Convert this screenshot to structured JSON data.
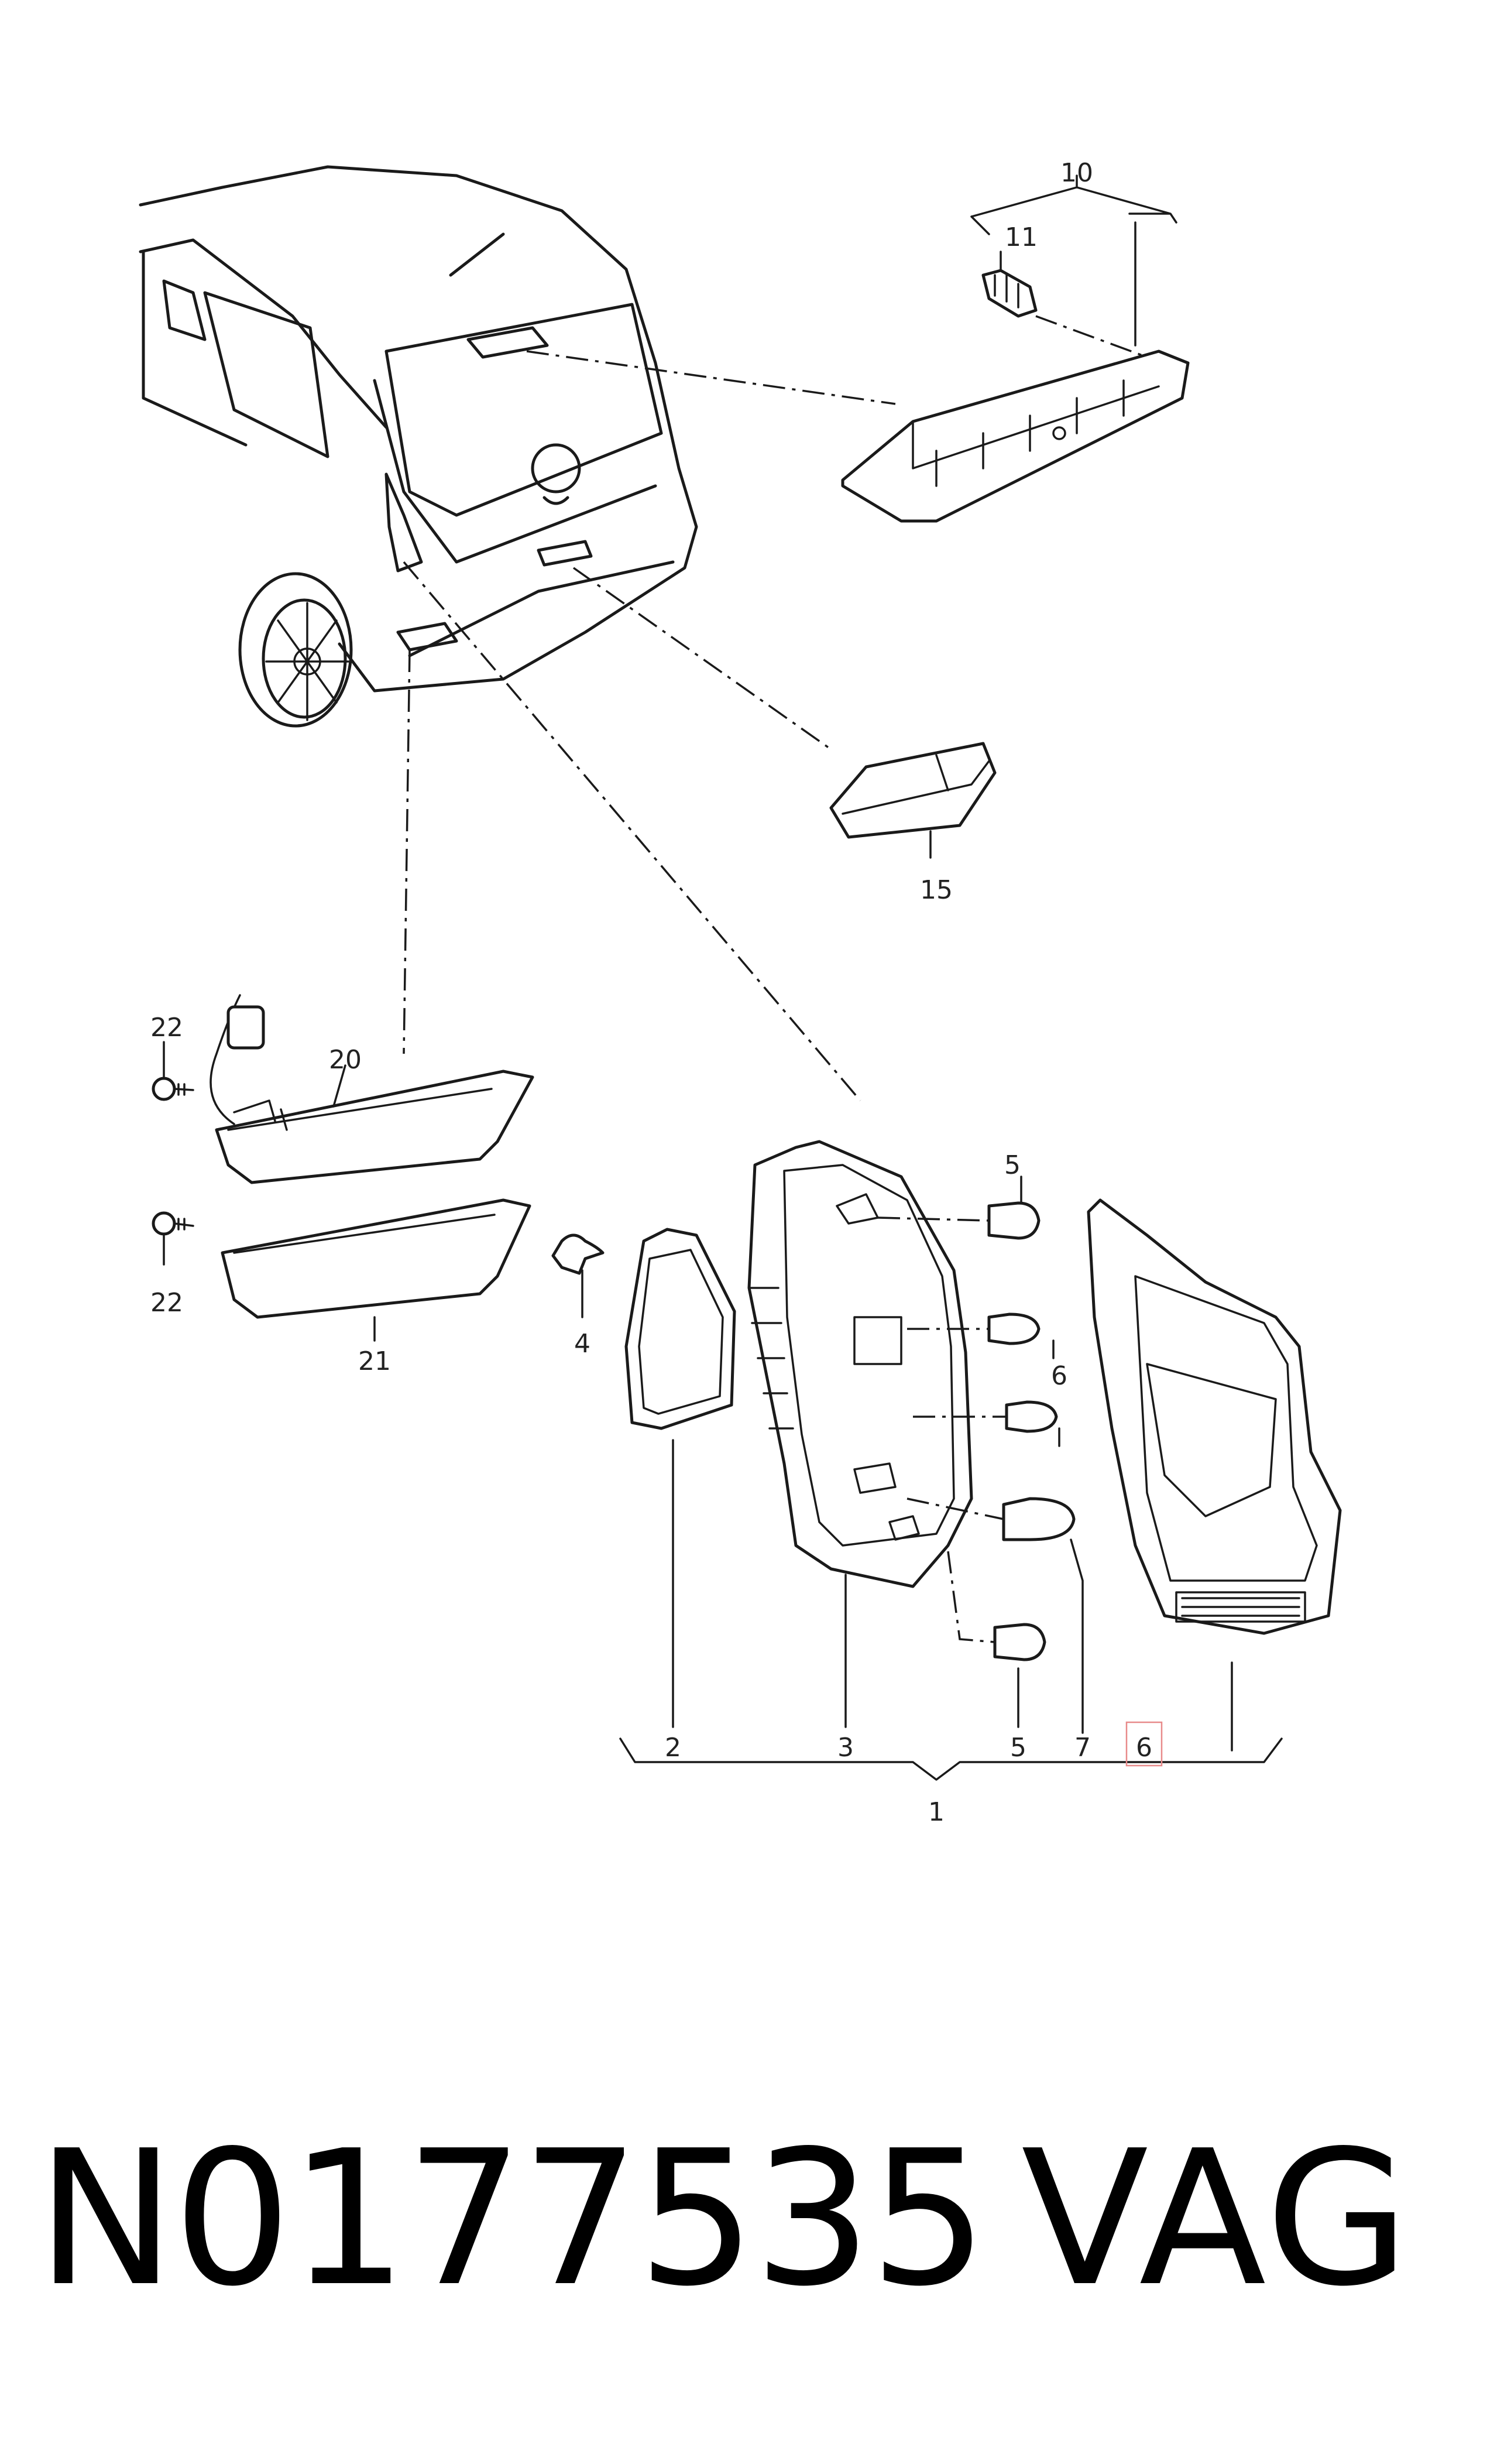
{
  "callouts": {
    "c1": "1",
    "c2": "2",
    "c3": "3",
    "c4": "4",
    "c5a": "5",
    "c5b": "5",
    "c6a": "6",
    "c6b": "6",
    "c7": "7",
    "c10": "10",
    "c11": "11",
    "c15": "15",
    "c20": "20",
    "c21": "21",
    "c22a": "22",
    "c22b": "22"
  },
  "footer": {
    "part_number": "N0177535",
    "brand": "VAG"
  },
  "highlight_color": "#e88a8a"
}
